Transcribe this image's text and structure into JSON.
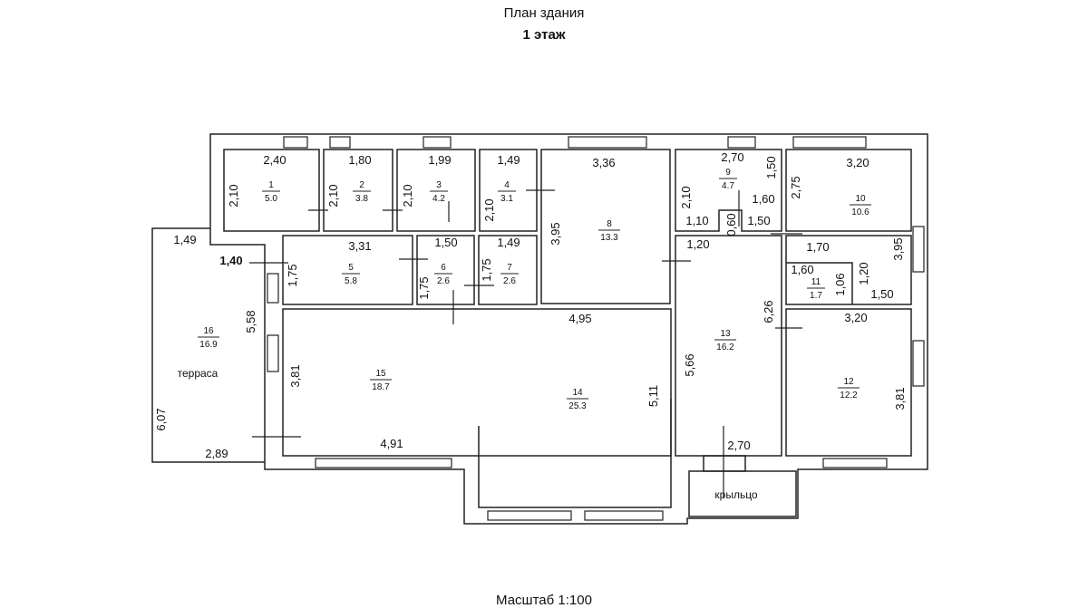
{
  "title": {
    "line1": "План здания",
    "line2": "1 этаж"
  },
  "scale": "Масштаб 1:100",
  "rooms": [
    {
      "number": "1",
      "area": "5.0"
    },
    {
      "number": "2",
      "area": "3.8"
    },
    {
      "number": "3",
      "area": "4.2"
    },
    {
      "number": "4",
      "area": "3.1"
    },
    {
      "number": "5",
      "area": "5.8"
    },
    {
      "number": "6",
      "area": "2.6"
    },
    {
      "number": "7",
      "area": "2.6"
    },
    {
      "number": "8",
      "area": "13.3"
    },
    {
      "number": "9",
      "area": "4.7"
    },
    {
      "number": "10",
      "area": "10.6"
    },
    {
      "number": "11",
      "area": "1.7"
    },
    {
      "number": "12",
      "area": "12.2"
    },
    {
      "number": "13",
      "area": "16.2"
    },
    {
      "number": "14",
      "area": "25.3"
    },
    {
      "number": "15",
      "area": "18.7"
    },
    {
      "number": "16",
      "area": "16.9"
    }
  ],
  "labels": {
    "terrace": "терраса",
    "porch": "крыльцо"
  },
  "dimensions": [
    "2,40",
    "2,10",
    "1,80",
    "2,10",
    "1,99",
    "2,10",
    "1,49",
    "2,10",
    "3,36",
    "3,95",
    "2,70",
    "1,50",
    "2,10",
    "1,60",
    "1,10",
    "0,60",
    "1,50",
    "3,20",
    "2,75",
    "3,95",
    "1,49",
    "1,40",
    "3,31",
    "1,75",
    "1,50",
    "1,75",
    "1,49",
    "1,75",
    "1,20",
    "1,70",
    "1,60",
    "1,06",
    "1,20",
    "1,50",
    "5,58",
    "6,26",
    "4,95",
    "3,20",
    "5,66",
    "3,81",
    "5,11",
    "3,81",
    "6,07",
    "2,89",
    "4,91",
    "2,70"
  ]
}
